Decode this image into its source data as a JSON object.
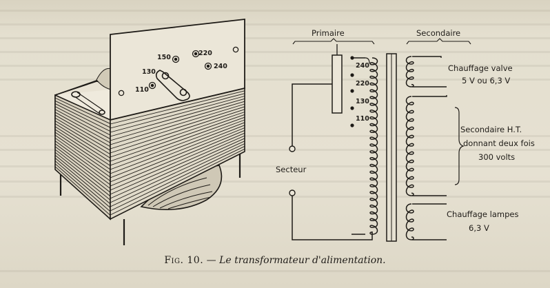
{
  "selector_labels": [
    "150",
    "220",
    "130",
    "240",
    "110"
  ],
  "primary_label": "Primaire",
  "secondary_label": "Secondaire",
  "taps": [
    "240",
    "220",
    "130",
    "110"
  ],
  "mains_label": "Secteur",
  "secondary_windings": [
    {
      "line1": "Chauffage valve",
      "line2": "5 V ou 6,3 V"
    },
    {
      "line1": "Secondaire H.T.",
      "line2": "donnant deux fois",
      "line3": "300 volts"
    },
    {
      "line1": "Chauffage lampes",
      "line2": "6,3 V"
    }
  ],
  "caption": {
    "figure": "Fig. 10.",
    "separator": " — ",
    "title": "Le transformateur d'alimentation."
  }
}
